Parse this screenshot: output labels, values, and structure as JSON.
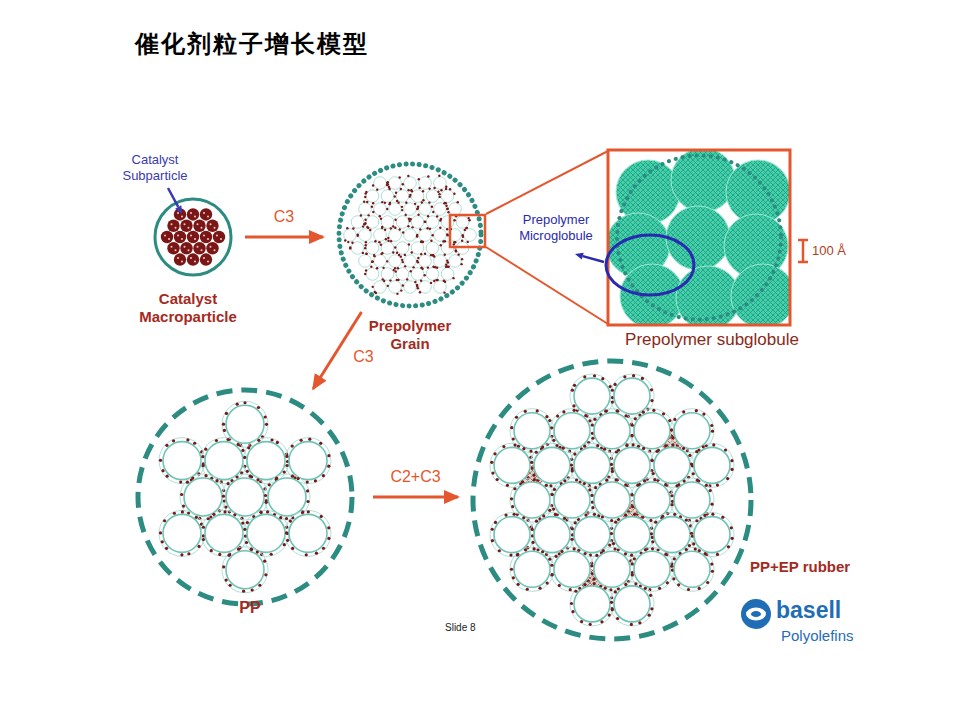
{
  "diagram": {
    "title": "催化剂粒子增长模型",
    "nodes": [
      {
        "text": [
          "Catalyst Macroparticle"
        ]
      },
      {
        "text": [
          "Prepolymer Grain"
        ]
      },
      {
        "text": [
          "Prepolymer subglobule"
        ]
      },
      {
        "text": [
          "PP"
        ]
      },
      {
        "text": [
          "PP+EP rubber"
        ]
      }
    ],
    "edges": [
      {
        "from": 0,
        "to": 1,
        "label": "C3",
        "arrow": "to"
      },
      {
        "from": 1,
        "to": 3,
        "label": "C3",
        "arrow": "to"
      },
      {
        "from": 3,
        "to": 4,
        "label": "C2+C3",
        "arrow": "to"
      }
    ],
    "labels": [
      "Catalyst Subparticle",
      "Prepolymer Microglobule",
      "100 Å",
      "Slide 8",
      "basell",
      "Polyolefins"
    ]
  }
}
